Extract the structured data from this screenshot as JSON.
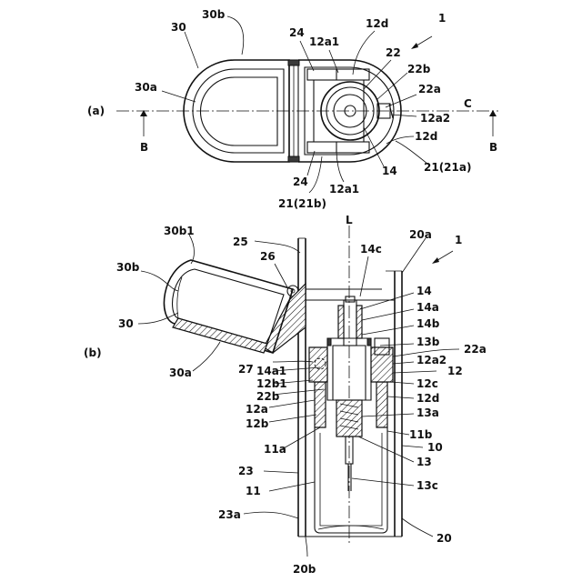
{
  "figure": {
    "panel_a": {
      "label": "(a)",
      "section_marks": [
        "B",
        "B",
        "C"
      ],
      "refs": [
        "1",
        "30",
        "30b",
        "30a",
        "24",
        "12a1",
        "12d",
        "22",
        "22b",
        "22a",
        "12a2",
        "12d",
        "14",
        "21(21a)",
        "24",
        "12a1",
        "21(21b)"
      ]
    },
    "panel_b": {
      "label": "(b)",
      "axis": "L",
      "refs": [
        "30b1",
        "30b",
        "30",
        "30a",
        "25",
        "26",
        "20a",
        "1",
        "14c",
        "14",
        "14a",
        "14b",
        "13b",
        "22a",
        "27",
        "14a1",
        "12b1",
        "22b",
        "12a",
        "12b",
        "12a2",
        "12",
        "12c",
        "12d",
        "13a",
        "11b",
        "10",
        "11a",
        "13",
        "23",
        "11",
        "13c",
        "23a",
        "20",
        "20b"
      ]
    }
  },
  "colors": {
    "line": "#111111",
    "background": "#ffffff"
  }
}
